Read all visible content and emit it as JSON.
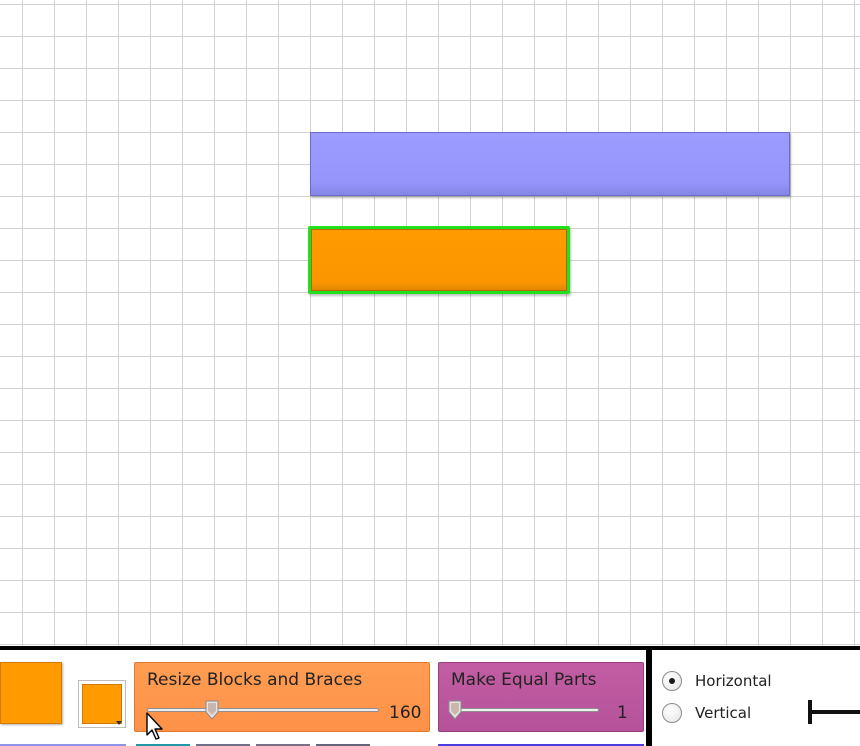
{
  "app": {
    "workspace": {
      "blocks": [
        {
          "id": "purple",
          "color": "#9a9aff"
        },
        {
          "id": "orange",
          "color": "#ff9a00",
          "selected": true,
          "selection_color": "#22e01e"
        }
      ]
    },
    "toolbar": {
      "current_color": "#ff9a00",
      "resize": {
        "label": "Resize Blocks and Braces",
        "value": "160",
        "color": "#fd9148"
      },
      "equal_parts": {
        "label": "Make Equal Parts",
        "value": "1",
        "color": "#b5529a"
      },
      "orientation": {
        "options": [
          {
            "label": "Horizontal",
            "selected": true
          },
          {
            "label": "Vertical",
            "selected": false
          }
        ]
      },
      "strip_colors": [
        "#8f93e8",
        "#1f98a8",
        "#6e7087",
        "#7b6f88",
        "#63657b",
        "#4b3ee0"
      ],
      "icons": {
        "brace": "horizontal-brace-icon",
        "cursor": "mouse-pointer-icon",
        "dropdown": "dropdown-arrow-icon"
      }
    }
  }
}
